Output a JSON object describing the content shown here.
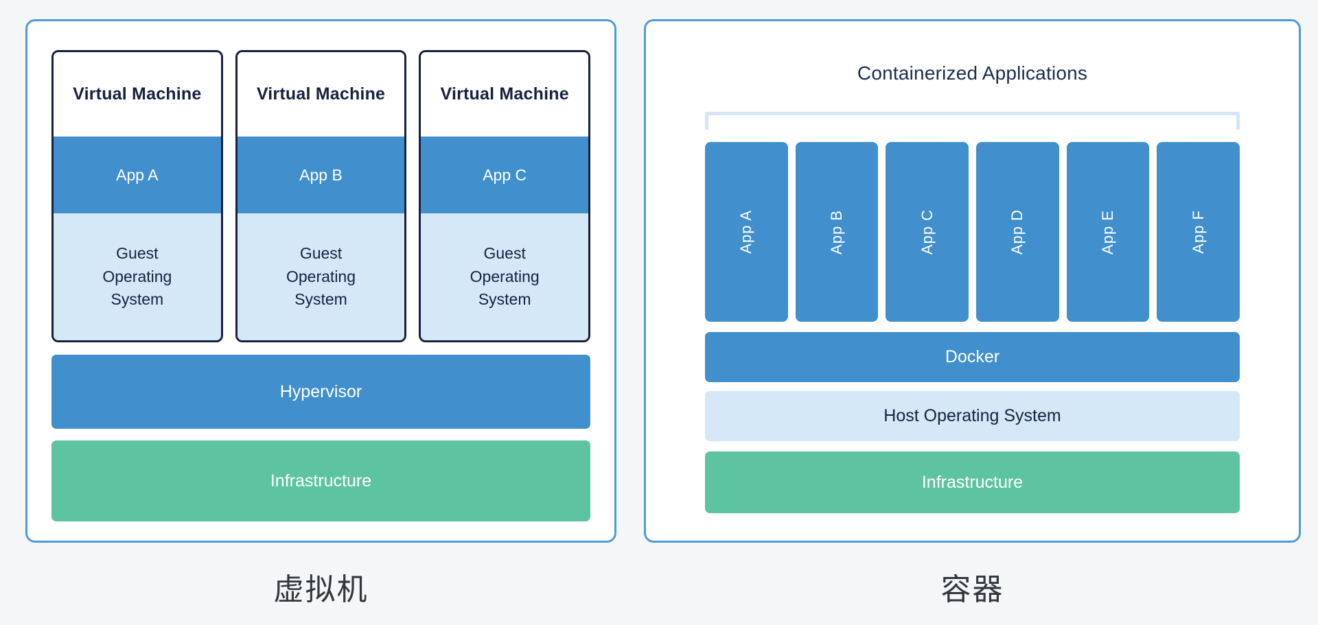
{
  "page": {
    "background": "#f4f6f8"
  },
  "colors": {
    "panel_border": "#4f9bd5",
    "app_blue": "#418fcd",
    "light_blue": "#d4e8f8",
    "green": "#5ec3a1",
    "navy_text": "#16213f",
    "bracket_blue": "#d4e6f7",
    "caption_text": "#33373c"
  },
  "left_panel": {
    "caption": "虚拟机",
    "vms": [
      {
        "title": "Virtual Machine",
        "app": "App A",
        "os": "Guest Operating System"
      },
      {
        "title": "Virtual Machine",
        "app": "App B",
        "os": "Guest Operating System"
      },
      {
        "title": "Virtual Machine",
        "app": "App C",
        "os": "Guest Operating System"
      }
    ],
    "layers": [
      {
        "label": "Hypervisor"
      },
      {
        "label": "Infrastructure"
      }
    ]
  },
  "right_panel": {
    "caption": "容器",
    "title": "Containerized Applications",
    "apps": [
      "App A",
      "App B",
      "App C",
      "App D",
      "App E",
      "App F"
    ],
    "layers": [
      {
        "label": "Docker"
      },
      {
        "label": "Host Operating System"
      },
      {
        "label": "Infrastructure"
      }
    ]
  }
}
